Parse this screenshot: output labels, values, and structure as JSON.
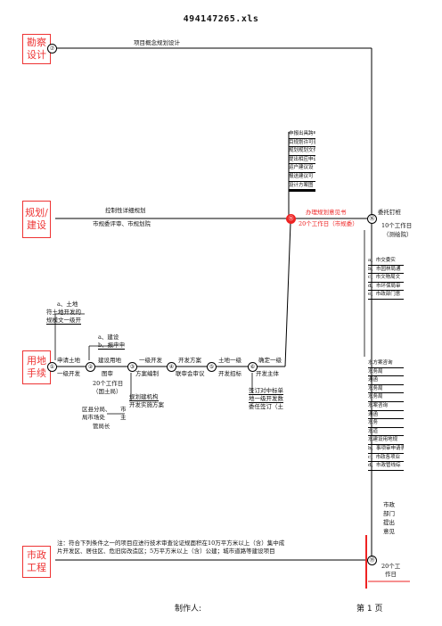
{
  "title": "494147265.xls",
  "sections": {
    "survey": "勘察设计",
    "planning": "规划/建设",
    "land": "用地手续",
    "municipal": "市政工程"
  },
  "nodes": [
    "⑦",
    "①",
    "②",
    "③",
    "④",
    "⑤",
    "⑥",
    "⑮",
    "⑯",
    "⑲"
  ],
  "survey_row": {
    "label": "项目概念规划设计"
  },
  "planning_row": {
    "label1": "控制性详细规划",
    "label2": "市规委评审、市规划院",
    "opinion": "办理规划意见书",
    "opinion_time": "20个工作日（市规委）",
    "stake": "委托钉桩",
    "stake_time1": "10个工作日",
    "stake_time2": "（测绘院）"
  },
  "planning_stack": [
    "申报出具跨申",
    "目规划许可表",
    "规划规划文件",
    "提出相应申请",
    "运户建议设",
    "报送建议可",
    "设计方案图",
    "",
    ""
  ],
  "land_row": {
    "apply": "申请土地",
    "apply2": "一级开发",
    "apply_time1": "20个工作日",
    "apply_time2": "（国土局）",
    "build_map": "建设用地",
    "build_map2": "图审",
    "plan": "一级开发",
    "plan2": "方案编制",
    "review": "开发方案",
    "review2": "联审会审议",
    "tender": "土地一级",
    "tender2": "开发招标",
    "subject": "确定一级",
    "subject2": "开发主体",
    "note_a1": "a、土地",
    "note_a2": "符土地开发的",
    "note_a3": "规模文一级开",
    "note_b1": "a、建设",
    "note_b2": "b、报申申",
    "dept1": "区县分局、",
    "dept2": "局市场处",
    "dept3": "管局长",
    "dept_side1": "市",
    "dept_side2": "主",
    "plan_org1": "规划建机构",
    "plan_org2": "开发实施方案",
    "tender_note1": "签订对中标单",
    "tender_note2": "地一级开发数",
    "tender_note3": "委任签订（土"
  },
  "right_stack1": [
    "a、市交委实",
    "b、市园林局通",
    "c、市文物局文",
    "d、市环保局审",
    "e、市政部门意"
  ],
  "right_stack2": [
    "水方案咨询",
    "水务局",
    "通函",
    "水务局",
    "水务局",
    "水案咨询",
    "通函",
    "水务",
    "水道",
    "水建设用地规",
    "b、事项审申请表",
    "c、市政各项业",
    "d、市政管线综"
  ],
  "municipal_row": {
    "note1": "注：符合下列条件之一的项目应进行技术审查论证规面积在10万平方米以上（含）集中成",
    "note2": "片开发区、居住区、危旧房改造区；5万平方米以上（含）公建；城市道路等建设项目",
    "dept1": "市政",
    "dept2": "部门",
    "dept3": "提出",
    "dept4": "意见",
    "time1": "20个工",
    "time2": "作日"
  },
  "footer": {
    "maker": "制作人:",
    "page": "第 1 页"
  }
}
